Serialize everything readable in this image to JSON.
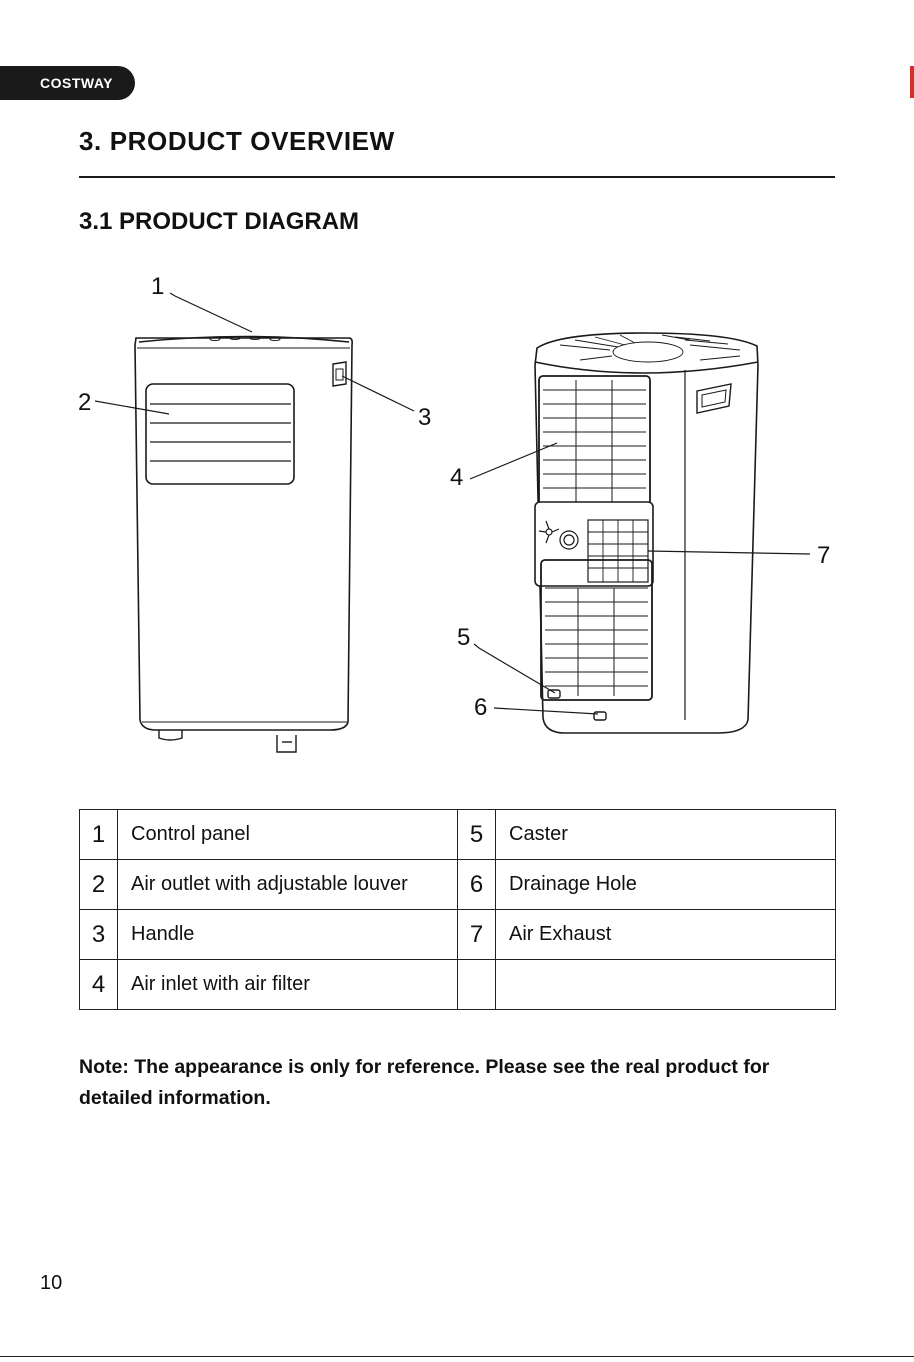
{
  "header": {
    "brand": "COSTWAY",
    "section_title": "3. PRODUCT OVERVIEW",
    "subsection_title": "3.1 PRODUCT DIAGRAM"
  },
  "diagram": {
    "callouts": [
      "1",
      "2",
      "3",
      "4",
      "5",
      "6",
      "7"
    ]
  },
  "parts_table": {
    "rows": [
      {
        "left_num": "1",
        "left_label": "Control panel",
        "right_num": "5",
        "right_label": "Caster"
      },
      {
        "left_num": "2",
        "left_label": "Air outlet with adjustable louver",
        "right_num": "6",
        "right_label": "Drainage Hole"
      },
      {
        "left_num": "3",
        "left_label": "Handle",
        "right_num": "7",
        "right_label": "Air Exhaust"
      },
      {
        "left_num": "4",
        "left_label": "Air inlet with air filter",
        "right_num": "",
        "right_label": ""
      }
    ]
  },
  "note": "Note: The appearance is only for reference. Please see the real product for detailed information.",
  "footer": {
    "page_number": "10"
  },
  "colors": {
    "brand_tab": "#1a1a1a",
    "edge_mark": "#d32f2f",
    "text": "#111111"
  }
}
